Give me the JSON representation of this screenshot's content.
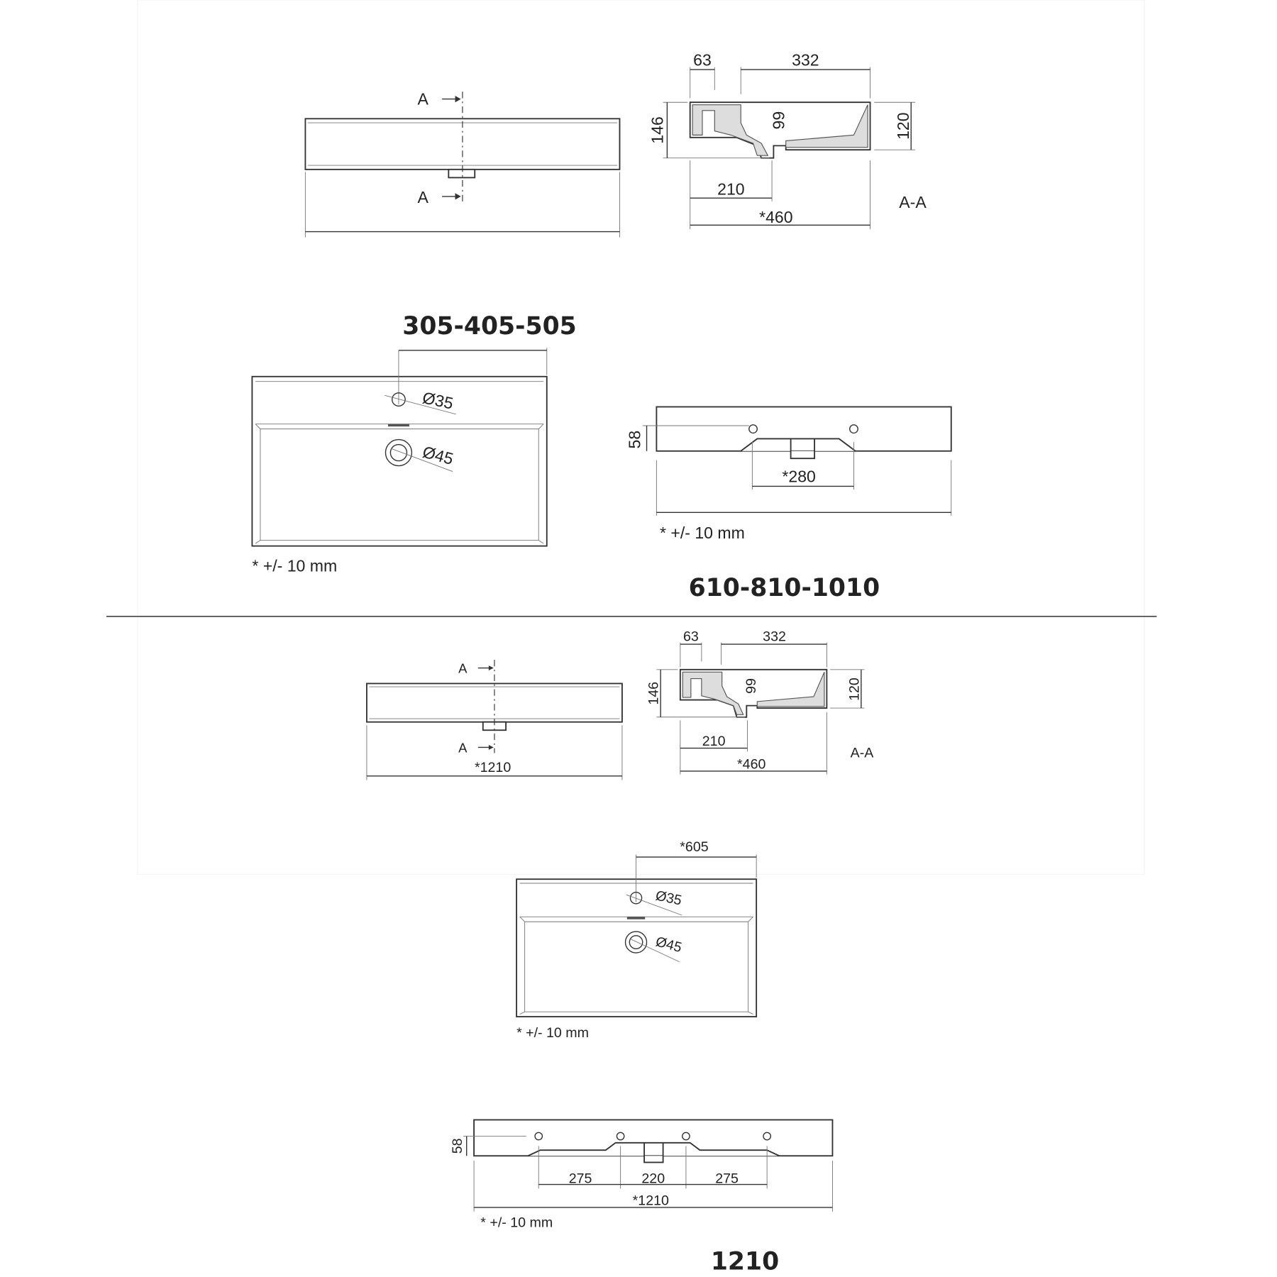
{
  "section_top": {
    "front_view": {
      "section_marker_top": "A",
      "section_marker_bottom": "A"
    },
    "section_view": {
      "dim_63": "63",
      "dim_332": "332",
      "dim_146": "146",
      "dim_99": "99",
      "dim_120": "120",
      "dim_210": "210",
      "dim_460": "*460",
      "label": "A-A"
    },
    "title_small": "305-405-505",
    "top_view": {
      "tap_hole": "Ø35",
      "drain_hole": "Ø45",
      "tolerance": "* +/- 10 mm"
    },
    "side_view": {
      "dim_58": "58",
      "dim_280": "*280",
      "tolerance": "* +/- 10 mm"
    },
    "title_large": "610-810-1010"
  },
  "section_bottom": {
    "front_view": {
      "section_marker_top": "A",
      "section_marker_bottom": "A",
      "dim_width": "*1210"
    },
    "section_view": {
      "dim_63": "63",
      "dim_332": "332",
      "dim_146": "146",
      "dim_99": "99",
      "dim_120": "120",
      "dim_210": "210",
      "dim_460": "*460",
      "label": "A-A"
    },
    "top_view": {
      "dim_605": "*605",
      "tap_hole": "Ø35",
      "drain_hole": "Ø45",
      "tolerance": "* +/- 10 mm"
    },
    "side_view": {
      "dim_58": "58",
      "dim_275_left": "275",
      "dim_220": "220",
      "dim_275_right": "275",
      "dim_1210": "*1210",
      "tolerance": "* +/- 10 mm"
    },
    "title": "1210"
  }
}
